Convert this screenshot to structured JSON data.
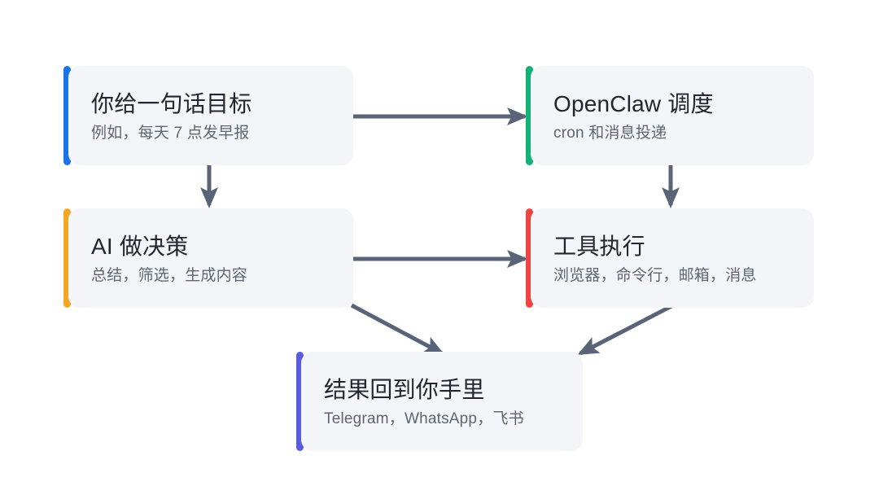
{
  "diagram": {
    "background_color": "#ffffff",
    "card_fill_color": "#f3f5f8",
    "title_color": "#22262e",
    "subtitle_color": "#5e6672",
    "arrow_color": "#5a6478",
    "cards": [
      {
        "id": "goal",
        "title": "你给一句话目标",
        "subtitle": "例如，每天 7 点发早报",
        "accent_color": "#1a73e8",
        "accent_name": "blue"
      },
      {
        "id": "schedule",
        "title": "OpenClaw 调度",
        "subtitle": "cron 和消息投递",
        "accent_color": "#12b176",
        "accent_name": "green"
      },
      {
        "id": "ai",
        "title": "AI 做决策",
        "subtitle": "总结，筛选，生成内容",
        "accent_color": "#f5a623",
        "accent_name": "orange"
      },
      {
        "id": "tools",
        "title": "工具执行",
        "subtitle": "浏览器，命令行，邮箱，消息",
        "accent_color": "#ef4444",
        "accent_name": "red"
      },
      {
        "id": "result",
        "title": "结果回到你手里",
        "subtitle": "Telegram，WhatsApp，飞书",
        "accent_color": "#5b5be0",
        "accent_name": "purple"
      }
    ],
    "connections": [
      {
        "id": "goal-to-schedule",
        "from": "goal",
        "to": "schedule",
        "direction": "horizontal-right"
      },
      {
        "id": "goal-to-ai",
        "from": "goal",
        "to": "ai",
        "direction": "vertical-down"
      },
      {
        "id": "schedule-to-tools",
        "from": "schedule",
        "to": "tools",
        "direction": "vertical-down"
      },
      {
        "id": "ai-to-tools",
        "from": "ai",
        "to": "tools",
        "direction": "horizontal-right"
      },
      {
        "id": "ai-to-result",
        "from": "ai",
        "to": "result",
        "direction": "diagonal-down-right"
      },
      {
        "id": "tools-to-result",
        "from": "tools",
        "to": "result",
        "direction": "diagonal-down-left"
      }
    ]
  }
}
